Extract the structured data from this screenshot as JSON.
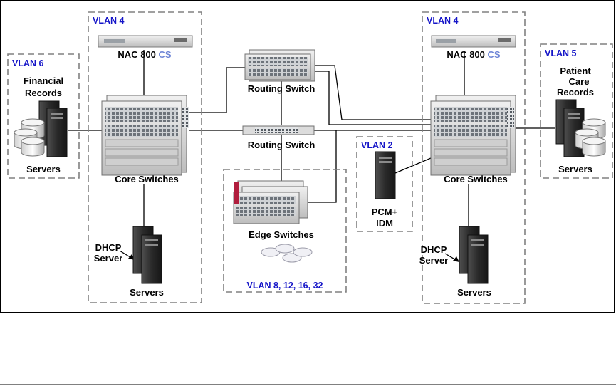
{
  "vlans": {
    "left_core": "VLAN 4",
    "right_core": "VLAN 4",
    "financial": "VLAN 6",
    "patient": "VLAN 5",
    "pcm": "VLAN 2",
    "edge": "VLAN 8, 12, 16, 32"
  },
  "nac_left": {
    "prefix": "NAC 800 ",
    "suffix": "CS"
  },
  "nac_right": {
    "prefix": "NAC 800 ",
    "suffix": "CS"
  },
  "labels": {
    "routing_top": "Routing Switch",
    "routing_mid": "Routing Switch",
    "core_left": "Core Switches",
    "core_right": "Core Switches",
    "edge": "Edge Switches",
    "servers_left": "Servers",
    "servers_right": "Servers",
    "servers_dhcp_left": "Servers",
    "servers_dhcp_right": "Servers",
    "financial_line1": "Financial",
    "financial_line2": "Records",
    "patient_line1": "Patient",
    "patient_line2": "Care",
    "patient_line3": "Records",
    "dhcp_left_line1": "DHCP",
    "dhcp_left_line2": "Server",
    "dhcp_right_line1": "DHCP",
    "dhcp_right_line2": "Server",
    "pcm_line1": "PCM+",
    "pcm_line2": "IDM"
  },
  "colors": {
    "vlan_text": "#1515c8",
    "cs_accent": "#6f86d6",
    "dashed_border": "#808080",
    "equipment": "#d8d8d8",
    "server": "#2b2b2b"
  }
}
